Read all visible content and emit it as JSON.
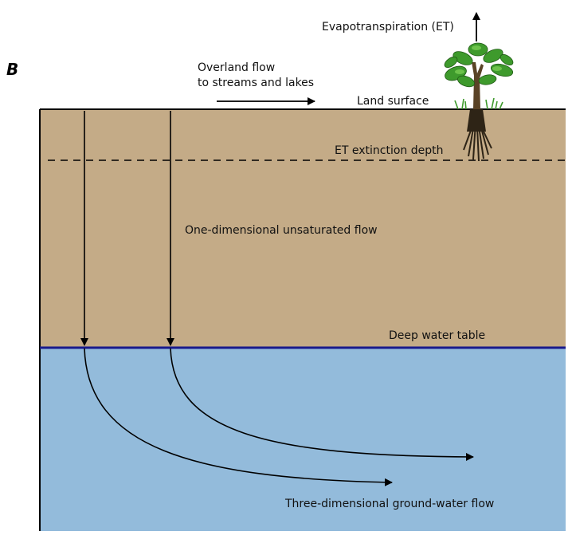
{
  "panel_letter": "B",
  "labels": {
    "evapotranspiration": "Evapotranspiration (ET)",
    "overland_flow_line1": "Overland flow",
    "overland_flow_line2": "to streams and lakes",
    "land_surface": "Land surface",
    "et_extinction_depth": "ET extinction depth",
    "unsaturated_flow": "One-dimensional unsaturated flow",
    "deep_water_table": "Deep water table",
    "groundwater_flow": "Three-dimensional ground-water flow"
  },
  "colors": {
    "unsaturated_zone": "#C4AB87",
    "saturated_zone": "#93BBDB",
    "water_table_line": "#1A1A8C",
    "lines": "#000000",
    "foliage": "#3E9A2C",
    "trunk": "#5A4326"
  },
  "icons": {
    "tree": "tree-icon"
  }
}
